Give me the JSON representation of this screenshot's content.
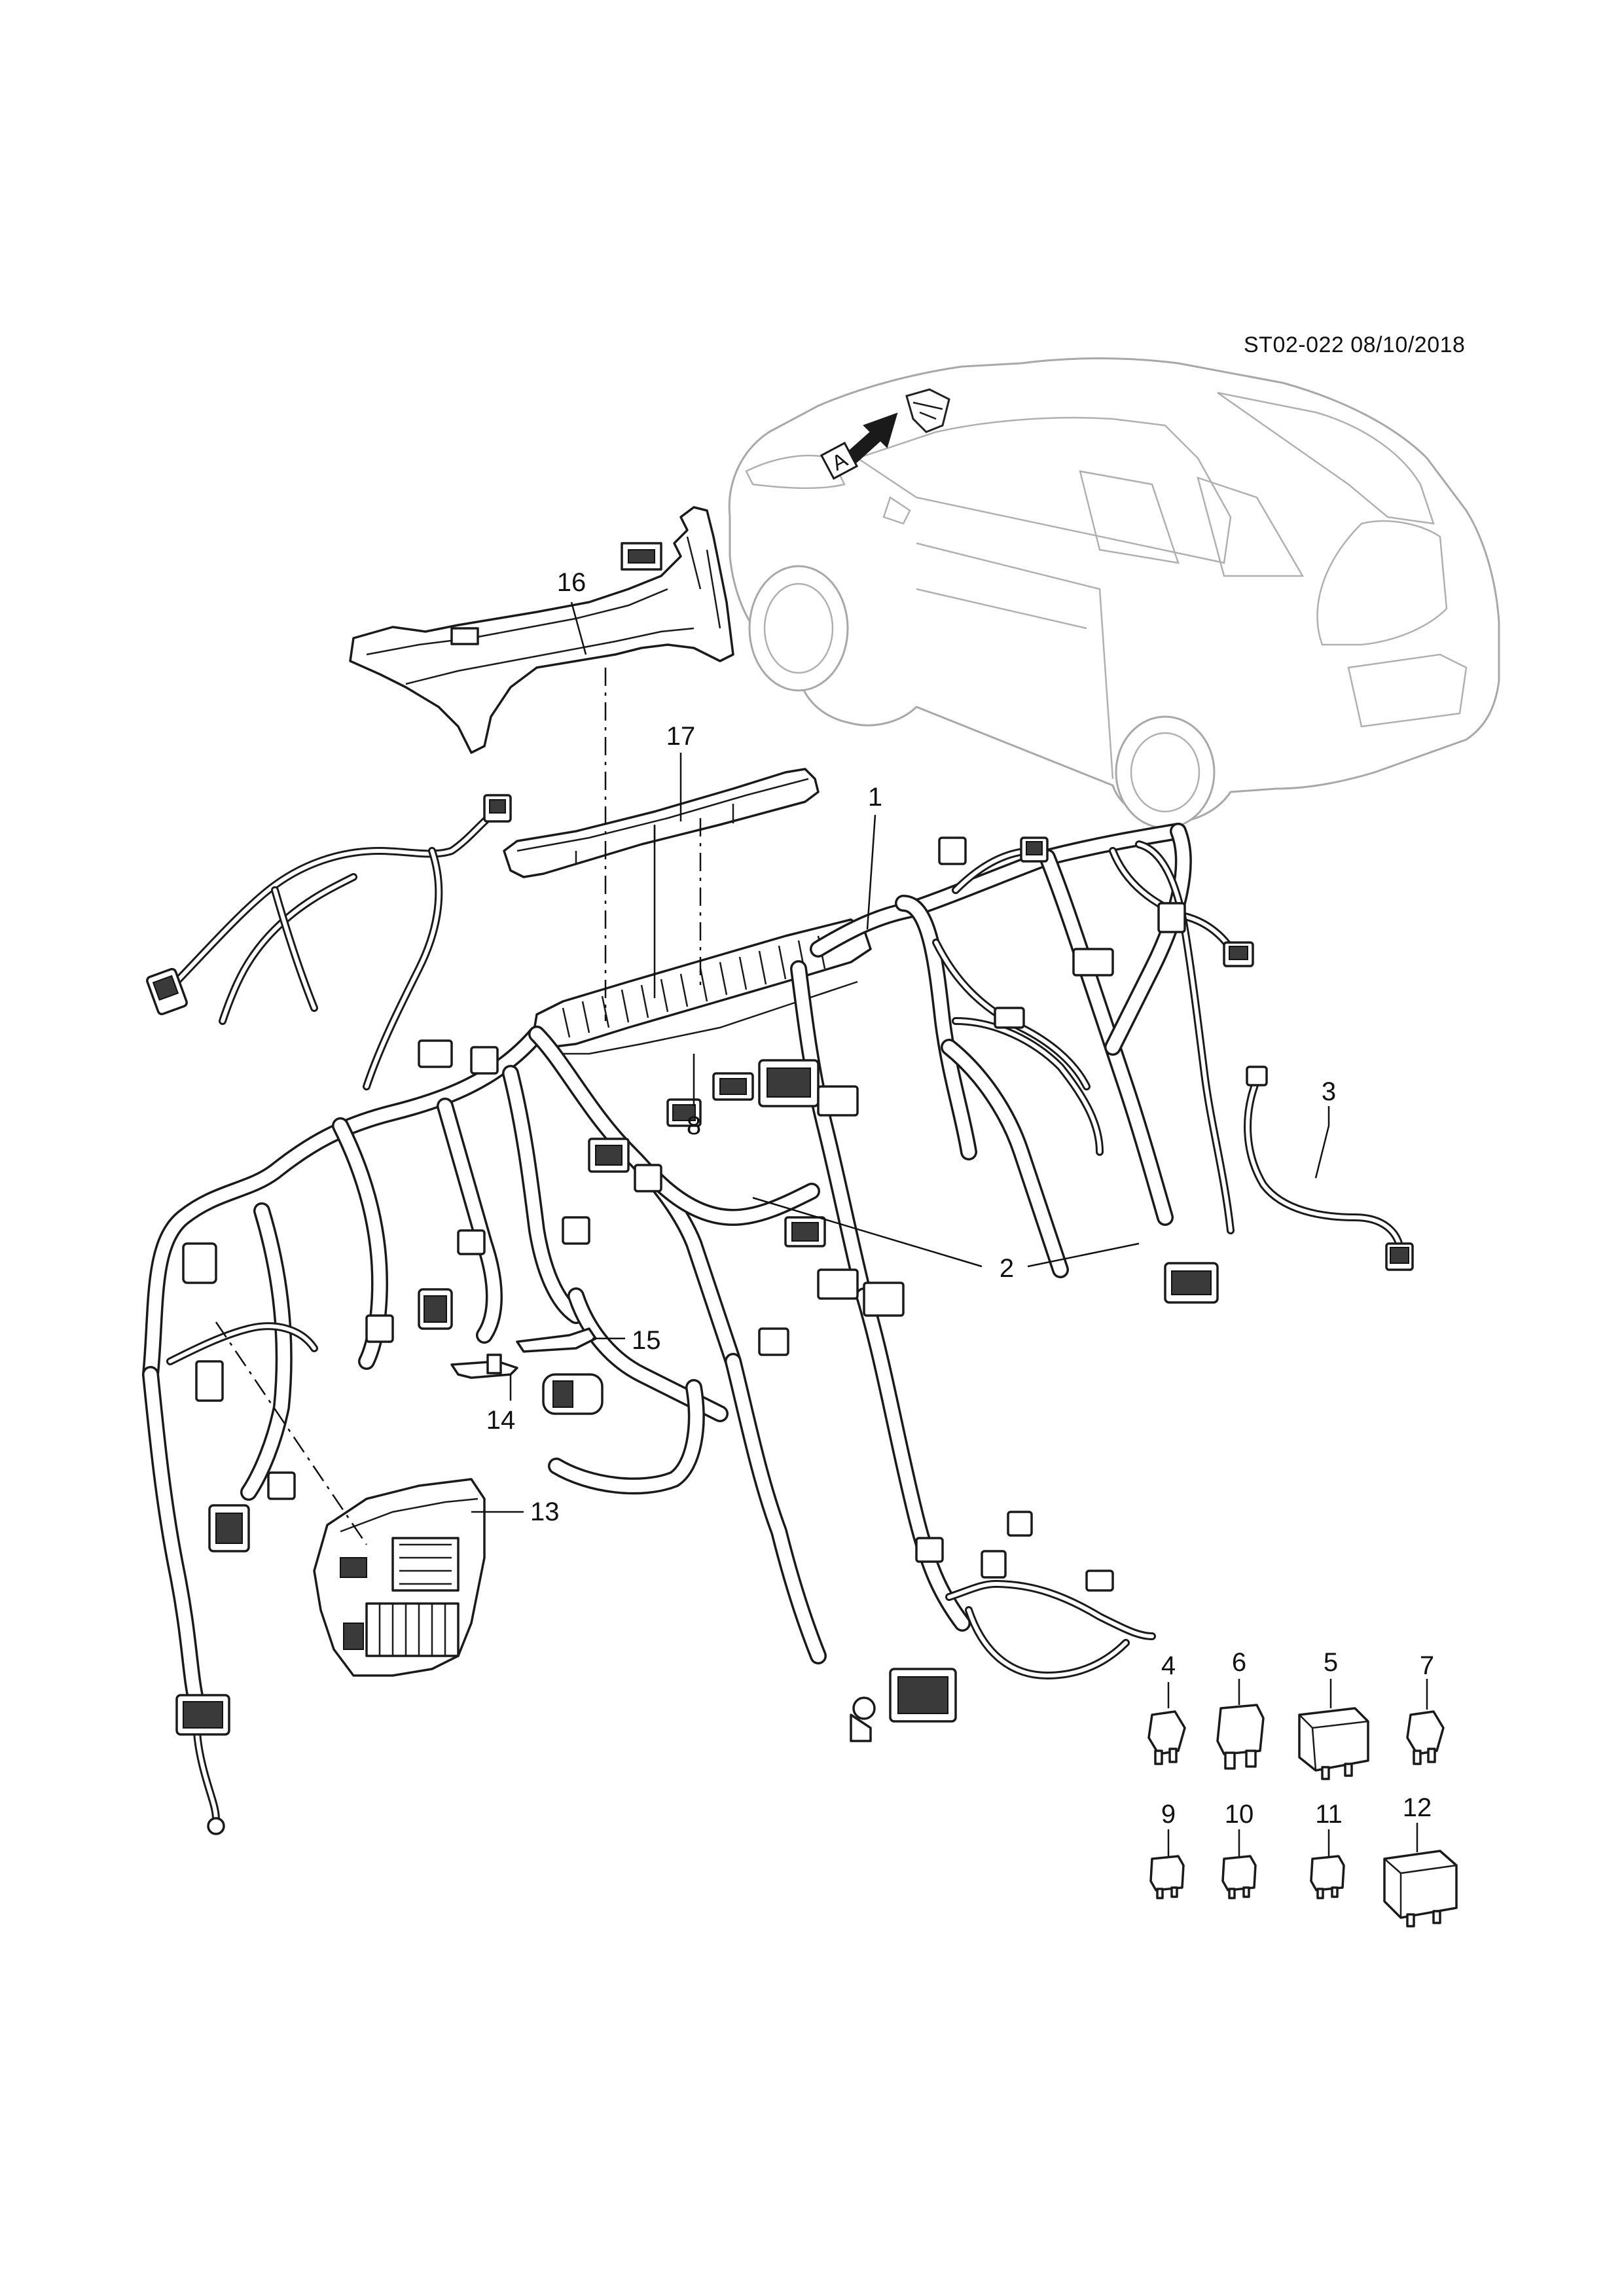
{
  "document": {
    "reference": "ST02-022 08/10/2018",
    "view_marker": "A"
  },
  "callouts": [
    {
      "id": "1",
      "label": "1"
    },
    {
      "id": "2",
      "label": "2"
    },
    {
      "id": "3",
      "label": "3"
    },
    {
      "id": "4",
      "label": "4"
    },
    {
      "id": "5",
      "label": "5"
    },
    {
      "id": "6",
      "label": "6"
    },
    {
      "id": "7",
      "label": "7"
    },
    {
      "id": "8",
      "label": "8"
    },
    {
      "id": "9",
      "label": "9"
    },
    {
      "id": "10",
      "label": "10"
    },
    {
      "id": "11",
      "label": "11"
    },
    {
      "id": "12",
      "label": "12"
    },
    {
      "id": "13",
      "label": "13"
    },
    {
      "id": "14",
      "label": "14"
    },
    {
      "id": "15",
      "label": "15"
    },
    {
      "id": "16",
      "label": "16"
    },
    {
      "id": "17",
      "label": "17"
    }
  ]
}
